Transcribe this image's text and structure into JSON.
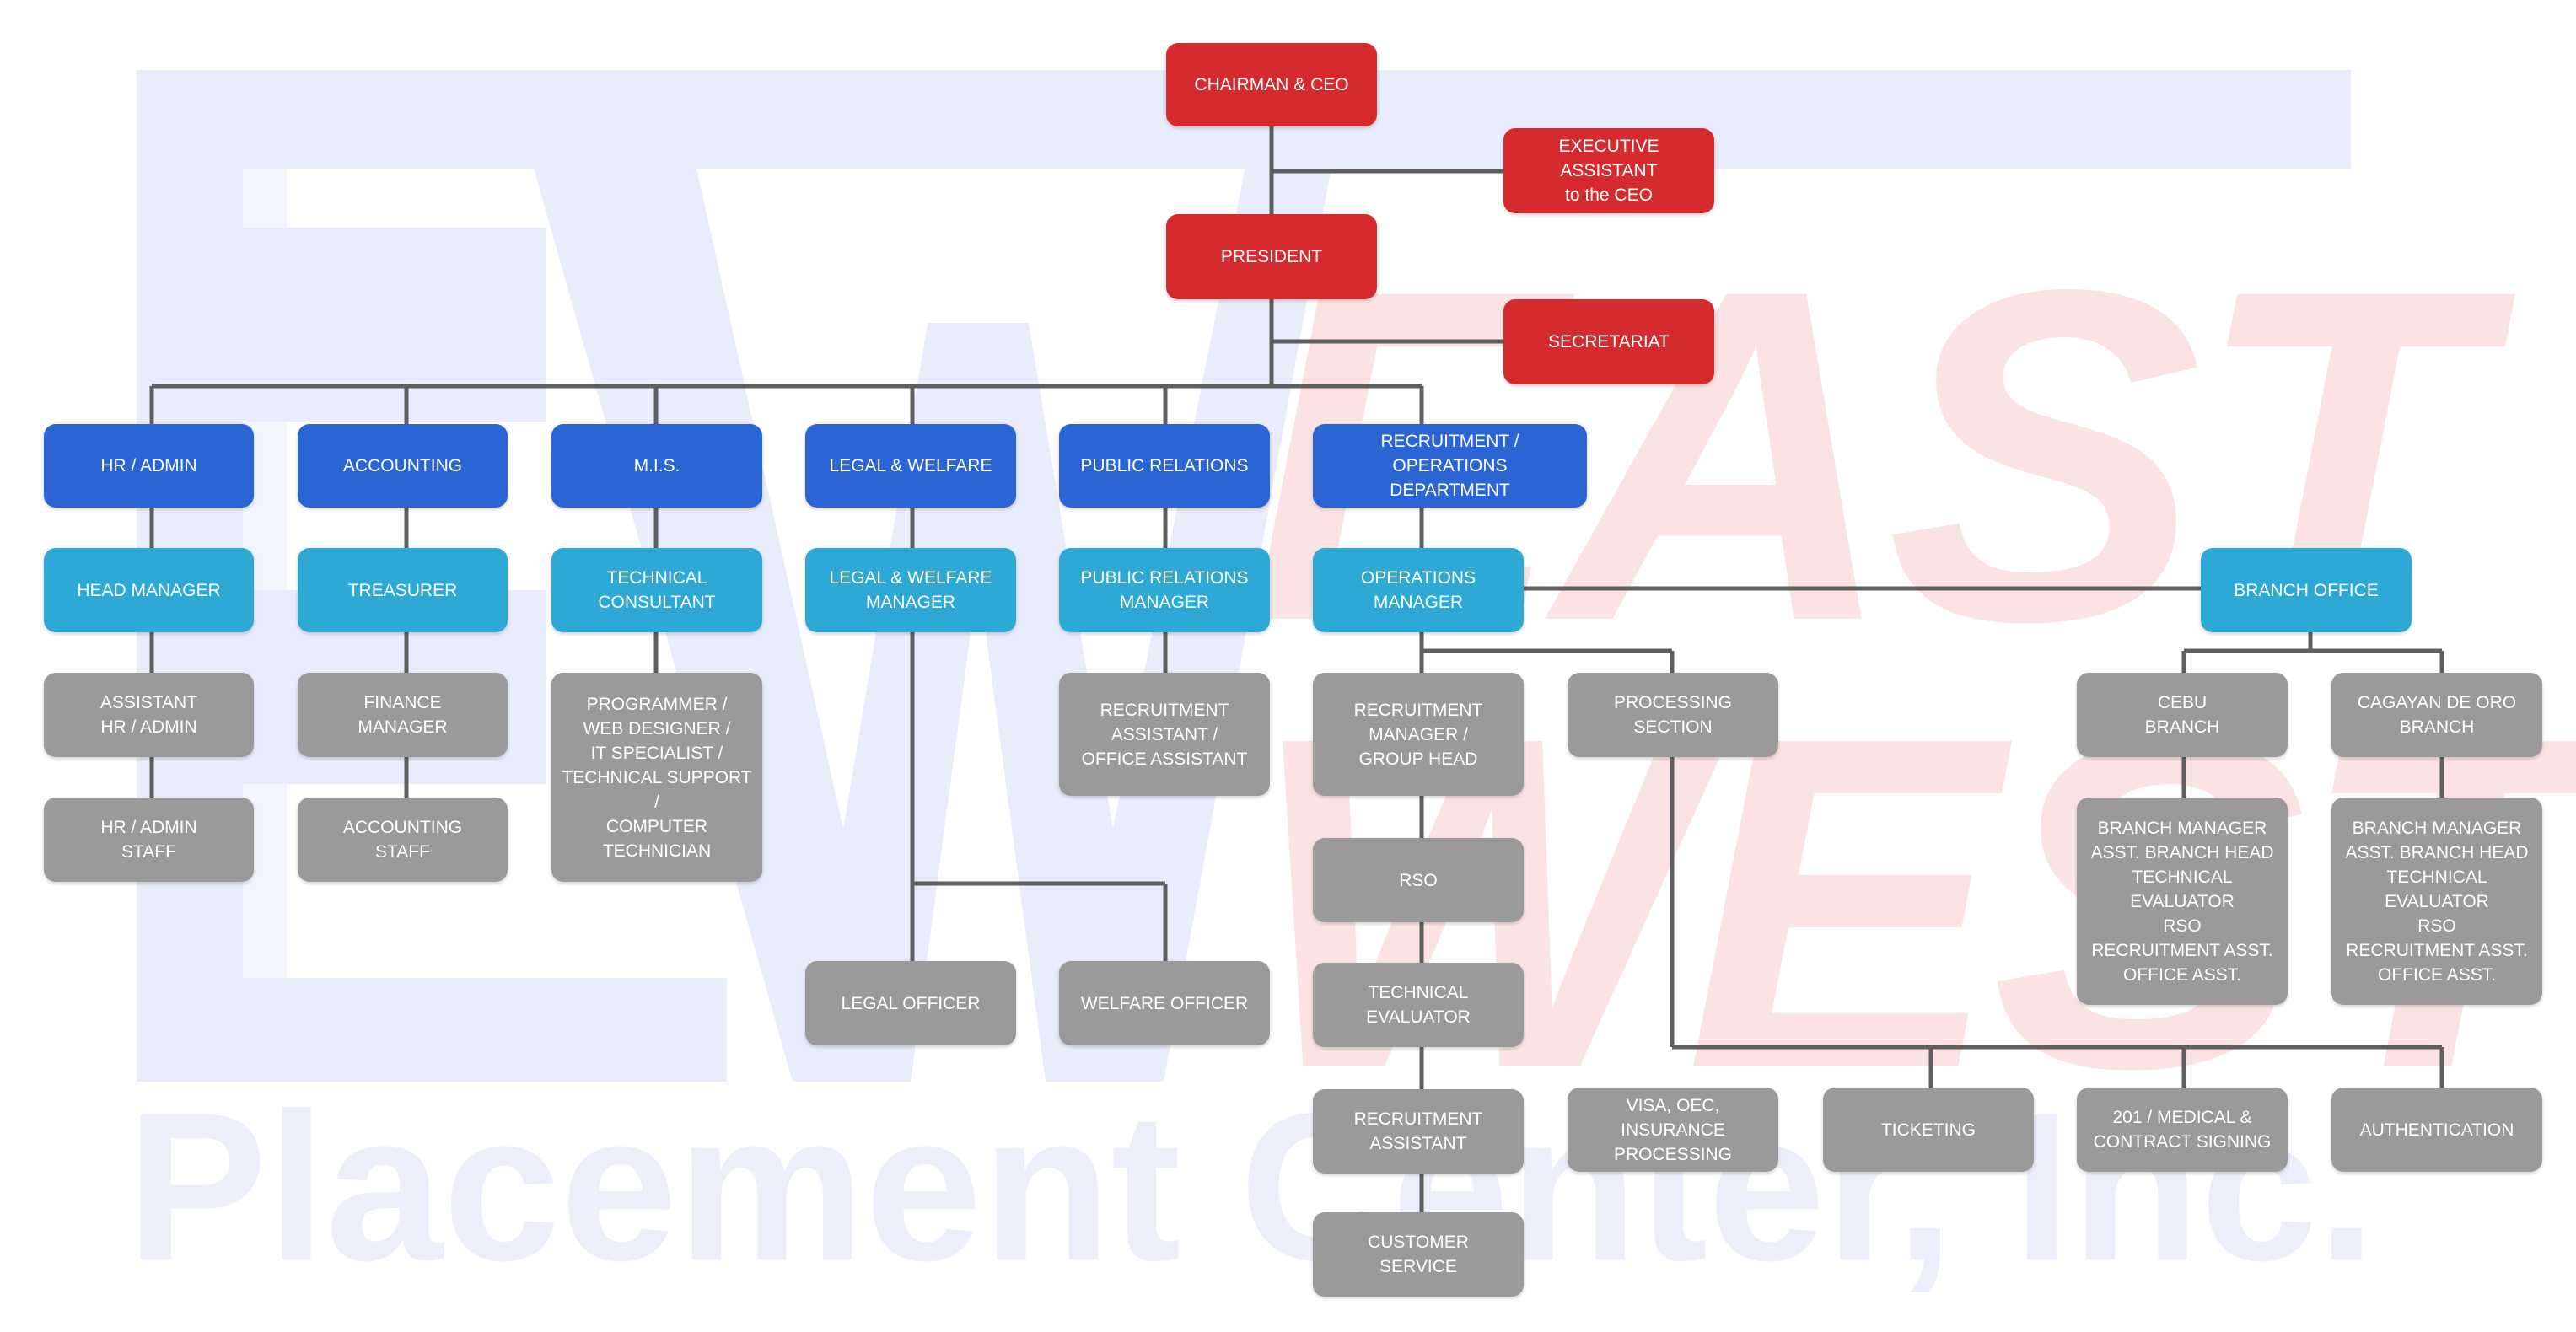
{
  "watermark": {
    "line1": "EAST",
    "line2": "WEST",
    "tagline": "Placement Center, Inc."
  },
  "colors": {
    "executive": "#d52b2e",
    "department": "#2b64d3",
    "manager": "#2ea9d6",
    "staff": "#9a9a9a",
    "connector": "#5f5f5f"
  },
  "executive": {
    "ceo": "CHAIRMAN & CEO",
    "exec_assistant": "EXECUTIVE ASSISTANT\nto the CEO",
    "president": "PRESIDENT",
    "secretariat": "SECRETARIAT"
  },
  "departments": {
    "hr_admin": "HR / ADMIN",
    "accounting": "ACCOUNTING",
    "mis": "M.I.S.",
    "legal_welfare": "LEGAL & WELFARE",
    "public_relations": "PUBLIC RELATIONS",
    "recruitment_operations": "RECRUITMENT / OPERATIONS\nDEPARTMENT"
  },
  "managers": {
    "head_manager": "HEAD MANAGER",
    "treasurer": "TREASURER",
    "technical_consultant": "TECHNICAL\nCONSULTANT",
    "legal_welfare_manager": "LEGAL & WELFARE\nMANAGER",
    "public_relations_manager": "PUBLIC RELATIONS\nMANAGER",
    "operations_manager": "OPERATIONS\nMANAGER",
    "branch_office": "BRANCH OFFICE"
  },
  "staff": {
    "assistant_hr_admin": "ASSISTANT\nHR / ADMIN",
    "hr_admin_staff": "HR / ADMIN\nSTAFF",
    "finance_manager": "FINANCE\nMANAGER",
    "accounting_staff": "ACCOUNTING\nSTAFF",
    "it_team": "PROGRAMMER /\nWEB DESIGNER /\nIT SPECIALIST /\nTECHNICAL SUPPORT /\nCOMPUTER\nTECHNICIAN",
    "legal_officer": "LEGAL OFFICER",
    "welfare_officer": "WELFARE OFFICER",
    "recruitment_office_assistant": "RECRUITMENT\nASSISTANT /\nOFFICE ASSISTANT",
    "recruitment_manager": "RECRUITMENT\nMANAGER /\nGROUP HEAD",
    "rso": "RSO",
    "technical_evaluator": "TECHNICAL\nEVALUATOR",
    "recruitment_assistant": "RECRUITMENT\nASSISTANT",
    "customer_service": "CUSTOMER\nSERVICE",
    "processing_section": "PROCESSING\nSECTION",
    "visa_oec": "VISA, OEC, INSURANCE\nPROCESSING",
    "ticketing": "TICKETING",
    "medical_contract": "201 / MEDICAL &\nCONTRACT SIGNING",
    "authentication": "AUTHENTICATION",
    "cebu_branch": "CEBU\nBRANCH",
    "cagayan_branch": "CAGAYAN DE ORO\nBRANCH",
    "cebu_staff": "BRANCH MANAGER\nASST. BRANCH HEAD\nTECHNICAL EVALUATOR\nRSO\nRECRUITMENT ASST.\nOFFICE ASST.",
    "cagayan_staff": "BRANCH MANAGER\nASST. BRANCH HEAD\nTECHNICAL EVALUATOR\nRSO\nRECRUITMENT ASST.\nOFFICE ASST."
  }
}
